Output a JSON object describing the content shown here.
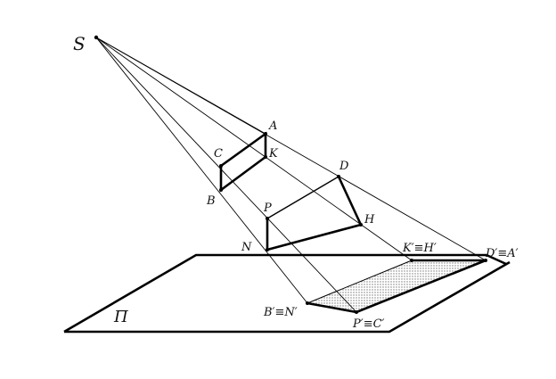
{
  "figure": {
    "labels": {
      "S": "S",
      "A": "A",
      "B": "B",
      "C": "C",
      "K": "K",
      "D": "D",
      "H": "H",
      "P": "P",
      "N": "N",
      "KH": "K′≡H′",
      "DA": "D′≡A′",
      "BN": "B′≡N′",
      "PC": "P′≡C′",
      "plane": "Π"
    },
    "colors": {
      "stroke": "#000000",
      "shade": "#9a9a9a"
    }
  }
}
